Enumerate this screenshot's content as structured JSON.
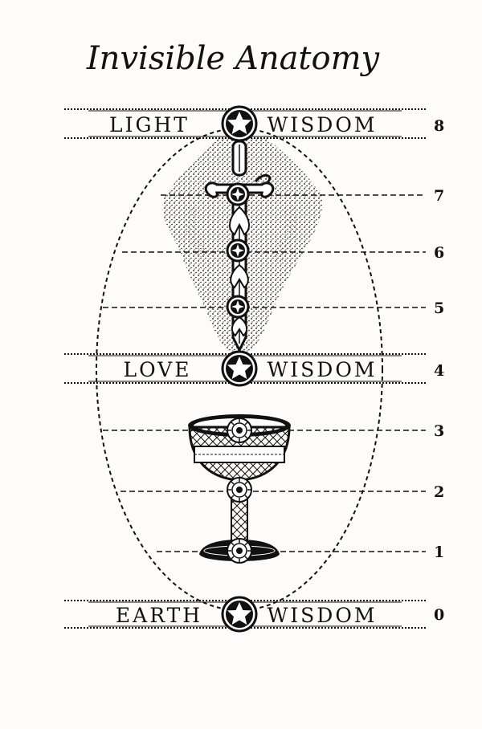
{
  "title": "Invisible Anatomy",
  "bands": [
    {
      "left": "LIGHT",
      "right": "WISDOM",
      "level": "8"
    },
    {
      "left": "LOVE",
      "right": "WISDOM",
      "level": "4"
    },
    {
      "left": "EARTH",
      "right": "WISDOM",
      "level": "0"
    }
  ],
  "levels": [
    "7",
    "6",
    "5",
    "3",
    "2",
    "1"
  ],
  "colors": {
    "ink": "#111111",
    "paper": "#fdfcfa"
  },
  "icons": [
    "star-medallion-icon",
    "sword-icon",
    "chalice-icon",
    "sun-flower-icon"
  ]
}
